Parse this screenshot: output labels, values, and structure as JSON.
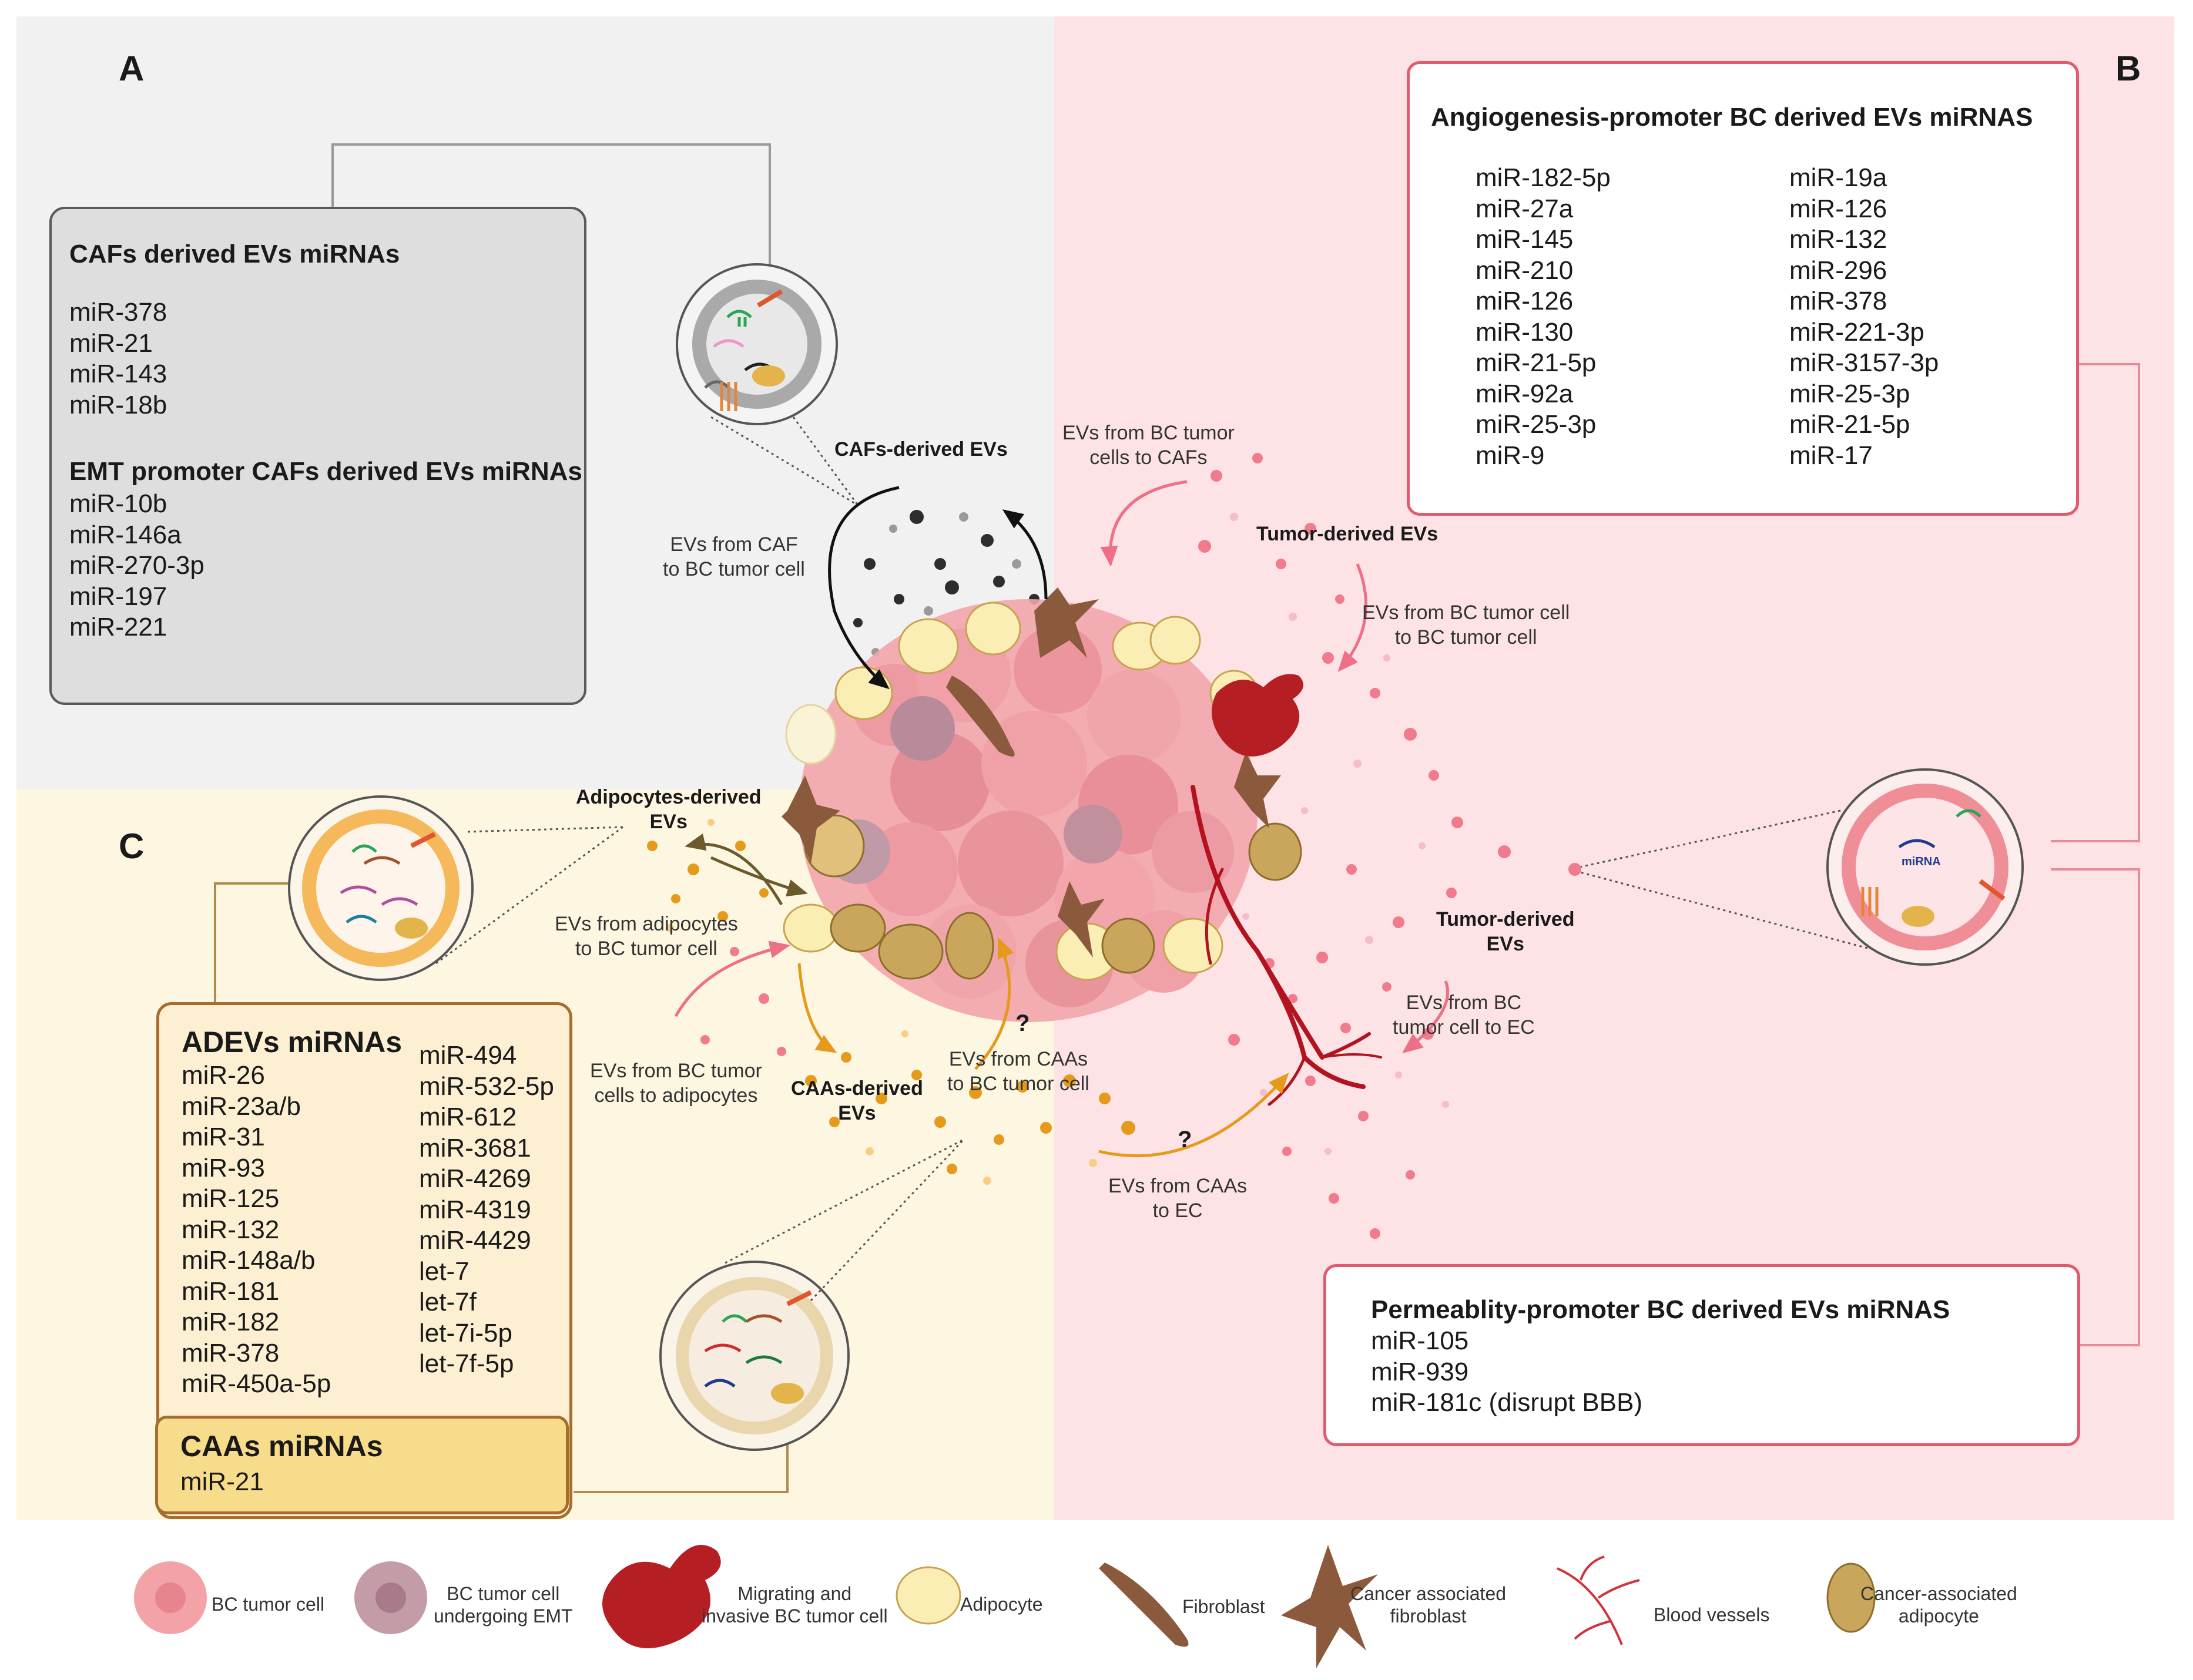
{
  "panel_labels": {
    "a": "A",
    "b": "B",
    "c": "C"
  },
  "panel_a": {
    "title1": "CAFs derived EVs miRNAs",
    "list1": [
      "miR-378",
      "miR-21",
      "miR-143",
      "miR-18b"
    ],
    "title2": "EMT promoter CAFs derived EVs miRNAs",
    "list2": [
      "miR-10b",
      "miR-146a",
      "miR-270-3p",
      "miR-197",
      "miR-221"
    ]
  },
  "panel_b": {
    "angio_title": "Angiogenesis-promoter BC derived EVs miRNAS",
    "angio_col1": [
      "miR-182-5p",
      "miR-27a",
      "miR-145",
      "miR-210",
      "miR-126",
      "miR-130",
      "miR-21-5p",
      "miR-92a",
      "miR-25-3p",
      "miR-9"
    ],
    "angio_col2": [
      "miR-19a",
      "miR-126",
      "miR-132",
      "miR-296",
      "miR-378",
      "miR-221-3p",
      "miR-3157-3p",
      "miR-25-3p",
      "miR-21-5p",
      "miR-17"
    ],
    "perm_title": "Permeablity-promoter  BC derived EVs miRNAS",
    "perm_list": [
      "miR-105",
      "miR-939",
      "miR-181c (disrupt BBB)"
    ]
  },
  "panel_c": {
    "adevs_title": "ADEVs miRNAs",
    "adevs_col1": [
      "miR-26",
      "miR-23a/b",
      "miR-31",
      "miR-93",
      "miR-125",
      "miR-132",
      "miR-148a/b",
      "miR-181",
      "miR-182",
      "miR-378",
      "miR-450a-5p"
    ],
    "adevs_col2": [
      "miR-494",
      "miR-532-5p",
      "miR-612",
      "miR-3681",
      "miR-4269",
      "miR-4319",
      "miR-4429",
      "let-7",
      "let-7f",
      "let-7i-5p",
      "let-7f-5p"
    ],
    "caas_title": "CAAs miRNAs",
    "caas_list": [
      "miR-21"
    ]
  },
  "labels": {
    "cafs_derived": "CAFs-derived EVs",
    "ev_caf_to_bc": [
      "EVs from CAF",
      "to BC tumor cell"
    ],
    "ev_bc_to_cafs": [
      "EVs from BC tumor",
      "cells to CAFs"
    ],
    "tumor_derived_1": "Tumor-derived EVs",
    "ev_bc_to_bc": [
      "EVs from BC tumor cell",
      "to BC tumor cell"
    ],
    "adipocytes_derived": [
      "Adipocytes-derived",
      "EVs"
    ],
    "ev_adipo_to_bc": [
      "EVs from adipocytes",
      "to BC tumor cell"
    ],
    "ev_bc_to_adipo": [
      "EVs from BC tumor",
      "cells to adipocytes"
    ],
    "caas_derived": [
      "CAAs-derived",
      "EVs"
    ],
    "ev_caas_to_bc": [
      "EVs from CAAs",
      "to BC tumor cell"
    ],
    "tumor_derived_2": [
      "Tumor-derived",
      "EVs"
    ],
    "ev_bc_to_ec": [
      "EVs from BC",
      "tumor cell to EC"
    ],
    "ev_caas_to_ec": [
      "EVs from CAAs",
      "to EC"
    ],
    "question": "?",
    "mirna_tag": "miRNA"
  },
  "legend": [
    {
      "icon": "bc-tumor-cell-icon",
      "label": [
        "BC tumor cell"
      ]
    },
    {
      "icon": "emt-cell-icon",
      "label": [
        "BC tumor cell",
        "undergoing EMT"
      ]
    },
    {
      "icon": "migrating-cell-icon",
      "label": [
        "Migrating and",
        "invasive BC tumor cell"
      ]
    },
    {
      "icon": "adipocyte-icon",
      "label": [
        "Adipocyte"
      ]
    },
    {
      "icon": "fibroblast-icon",
      "label": [
        "Fibroblast"
      ]
    },
    {
      "icon": "caf-icon",
      "label": [
        "Cancer associated",
        "fibroblast"
      ]
    },
    {
      "icon": "blood-vessels-icon",
      "label": [
        "Blood vessels"
      ]
    },
    {
      "icon": "caa-icon",
      "label": [
        "Cancer-associated",
        "adipocyte"
      ]
    }
  ],
  "colors": {
    "panel_a_bg": "#f1f1f2",
    "panel_b_bg": "#fde3e5",
    "panel_c_bg": "#fdf6e1",
    "tumor_pink": "#f3a3a8",
    "ev_pink": "#ef7b8d",
    "ev_orange": "#e59a1c",
    "ev_black": "#2d2d2d",
    "adipocyte": "#fbeeb5",
    "caa": "#c9a65b",
    "fibroblast": "#8b5a3c",
    "vessel": "#b3121f"
  }
}
